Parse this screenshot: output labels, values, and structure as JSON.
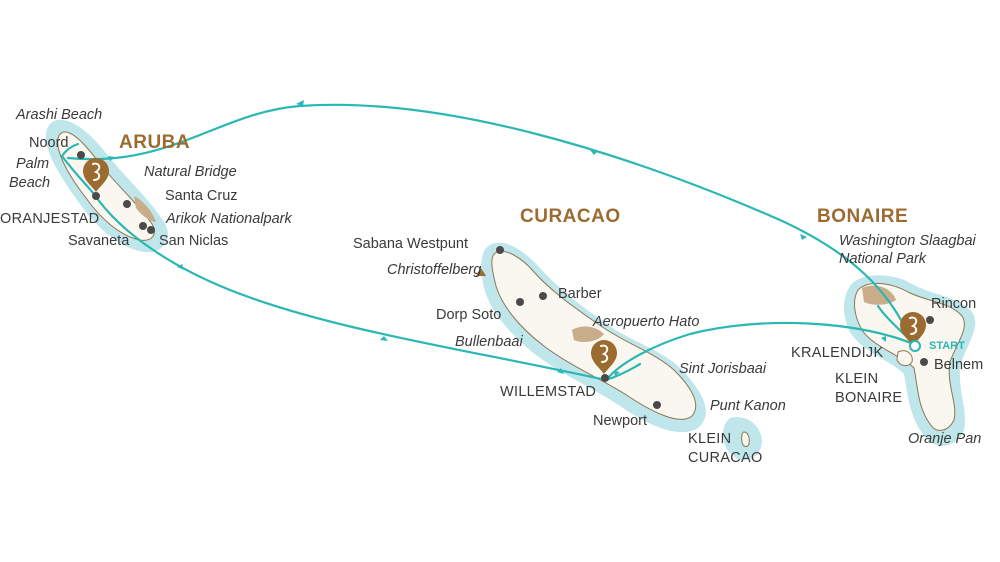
{
  "islands": {
    "aruba": "ARUBA",
    "curacao": "CURACAO",
    "bonaire": "BONAIRE"
  },
  "places": {
    "arashi_beach": "Arashi Beach",
    "noord": "Noord",
    "palm_beach_1": "Palm",
    "palm_beach_2": "Beach",
    "natural_bridge": "Natural Bridge",
    "santa_cruz": "Santa Cruz",
    "arikok": "Arikok Nationalpark",
    "oranjestad": "ORANJESTAD",
    "savaneta": "Savaneta",
    "san_niclas": "San Niclas",
    "sabana_westpunt": "Sabana Westpunt",
    "christoffelberg": "Christoffelberg",
    "barber": "Barber",
    "dorp_soto": "Dorp Soto",
    "aeropuerto_hato": "Aeropuerto Hato",
    "bullenbaai": "Bullenbaai",
    "sint_jorisbaai": "Sint Jorisbaai",
    "willemstad": "WILLEMSTAD",
    "punt_kanon": "Punt Kanon",
    "newport": "Newport",
    "klein_curacao_1": "KLEIN",
    "klein_curacao_2": "CURACAO",
    "washington_1": "Washington Slaagbai",
    "washington_2": "National Park",
    "rincon": "Rincon",
    "start": "START",
    "kralendijk": "KRALENDIJK",
    "belnem": "Belnem",
    "klein_bonaire_1": "KLEIN",
    "klein_bonaire_2": "BONAIRE",
    "oranje_pan": "Oranje Pan"
  },
  "colors": {
    "sea": "#bfe6ea",
    "land": "#faf7f0",
    "park": "#c9ad8a",
    "route": "#2bb7b3",
    "island_label": "#9b6b2f",
    "marker": "#9b6b2f",
    "town_dot": "#4a4a4a"
  },
  "icons": {
    "marker": "stop-pin-icon",
    "peak": "mountain-peak-icon",
    "direction": "route-arrow-icon"
  }
}
